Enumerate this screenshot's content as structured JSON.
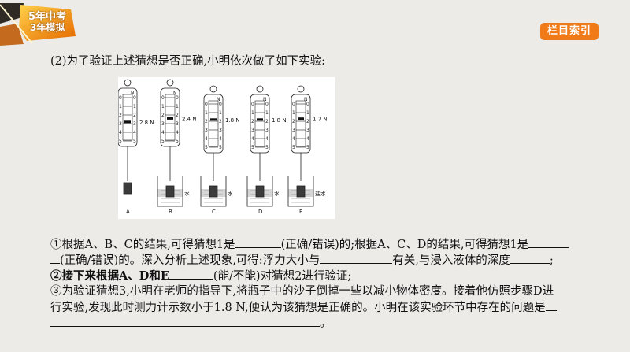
{
  "header": {
    "logo_line1": "5年中考",
    "logo_line2": "3年模拟",
    "index_button": "栏目索引"
  },
  "intro": "(2)为了验证上述猜想是否正确,小明依次做了如下实验:",
  "figure": {
    "unit_label": "N",
    "scale_ticks": [
      "0",
      "1",
      "2",
      "3",
      "4",
      "5"
    ],
    "setups": [
      {
        "label": "A",
        "reading": "2.8 N",
        "liquid": ""
      },
      {
        "label": "B",
        "reading": "2.4 N",
        "liquid": "水"
      },
      {
        "label": "C",
        "reading": "1.8 N",
        "liquid": "水"
      },
      {
        "label": "D",
        "reading": "1.8 N",
        "liquid": "水"
      },
      {
        "label": "E",
        "reading": "1.7 N",
        "liquid": "盐水"
      }
    ]
  },
  "questions": {
    "q1_line1_a": "①根据A、B、C的结果,可得猜想1是",
    "q1_line1_b": "(正确/错误)的;根据A、C、D的结果,可得猜想1是",
    "q1_line2_a": "(正确/错误)的。深入分析上述现象,可得:浮力大小与",
    "q1_line2_b": "有关,与浸入液体的深度",
    "q1_line2_c": ";",
    "q2_prefix": "②接下来根据A、D和E",
    "q2_suffix": "(能/不能)对猜想2进行验证;",
    "q3_line1": "③为验证猜想3,小明在老师的指导下,将瓶子中的沙子倒掉一些以减小物体密度。接着他仿照步骤D进",
    "q3_line2": "行实验,发现此时测力计示数小于1.8 N,便认为该猜想是正确的。小明在该实验环节中存在的问题是",
    "q3_end": "。"
  }
}
